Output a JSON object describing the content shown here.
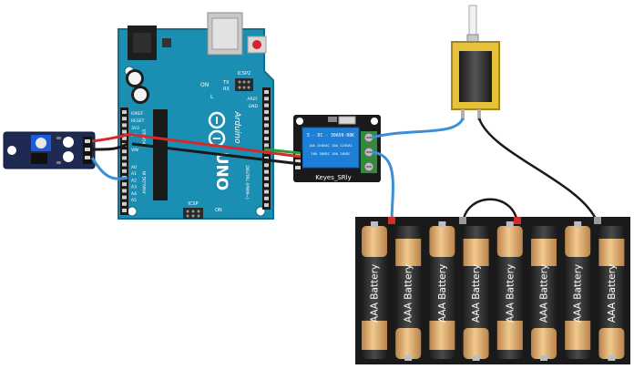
{
  "arduino": {
    "brand": "Arduino",
    "model": "UNO",
    "icsp_label": "ICSP",
    "icsp2_label": "ICSP2",
    "on_label": "ON",
    "l_label": "L",
    "tx_label": "TX",
    "rx_label": "RX",
    "aref_label": "AREF",
    "gnd_label": "GND",
    "ioref_label": "IOREF",
    "reset_label": "RESET",
    "v33_label": "3V3",
    "v5_label": "5V",
    "vin_label": "VIN",
    "analog_in_label": "ANALOG IN",
    "power_label": "POWER",
    "digital_label": "DIGITAL (PWM~)",
    "a_labels": [
      "A0",
      "A1",
      "A2",
      "A3",
      "A4",
      "A5"
    ]
  },
  "relay": {
    "module_label": "Keyes_SRly",
    "coil_text_1": "5 - DC - 30A50-08K",
    "coil_text_2": "10A 250VAC 10A 125VAC",
    "coil_text_3": "10A 30VDC 10A 28VDC"
  },
  "battery_pack": {
    "cell_label": "AAA Battery",
    "cell_count": 8
  },
  "colors": {
    "board_blue": "#1b8fb3",
    "relay_blue": "#1e7fd6",
    "wire_red": "#d62a2a",
    "wire_black": "#1a1a1a",
    "wire_blue": "#3a8fd6",
    "wire_green": "#2a9a3a",
    "battery_black": "#262626",
    "battery_gold": "#d9a86a"
  }
}
